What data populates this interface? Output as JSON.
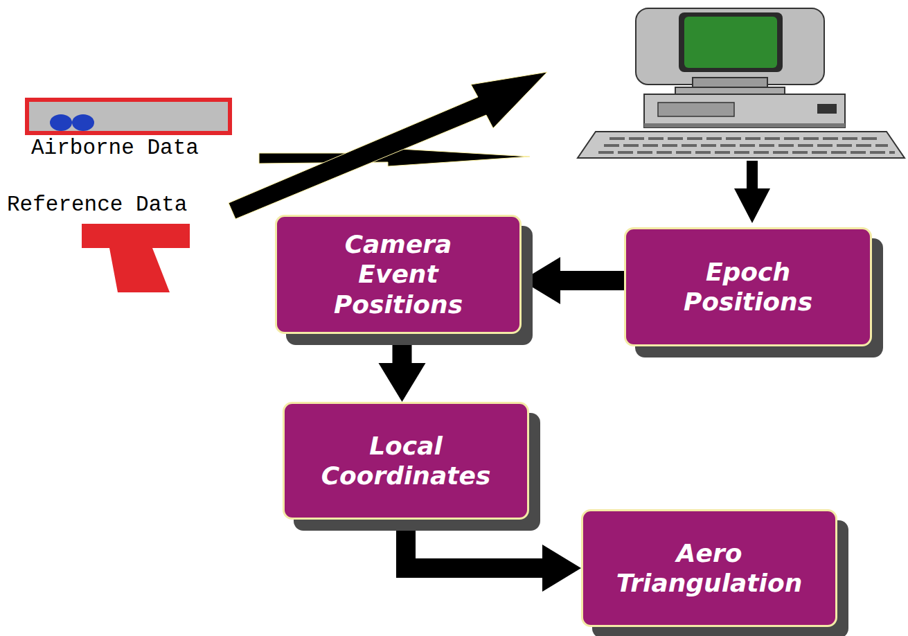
{
  "diagram": {
    "nodes": [
      {
        "text": [
          "Camera Event Positions"
        ]
      },
      {
        "text": [
          "Epoch Positions"
        ]
      },
      {
        "text": [
          "Local Coordinates"
        ]
      },
      {
        "text": [
          "Aero Triangulation"
        ]
      }
    ],
    "edges": [
      {
        "from": 1,
        "to": 0,
        "arrow": "to"
      },
      {
        "from": 0,
        "to": 2,
        "arrow": "to"
      },
      {
        "from": 2,
        "to": 3,
        "arrow": "to"
      }
    ],
    "labels": [
      "Airborne Data",
      "Reference Data"
    ]
  }
}
